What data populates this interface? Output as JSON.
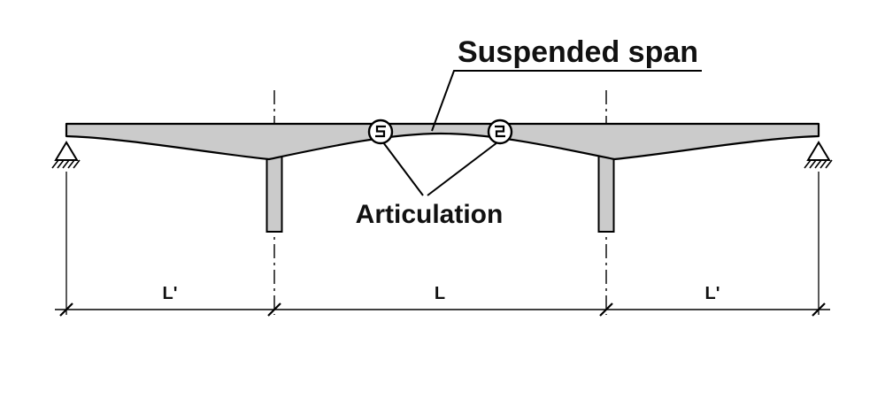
{
  "diagram": {
    "suspended_span_label": "Suspended span",
    "articulation_label": "Articulation",
    "dims": {
      "left": "L'",
      "center": "L",
      "right": "L'"
    },
    "colors": {
      "deck_fill": "#cbcbcb",
      "line": "#000000",
      "background": "#ffffff"
    }
  }
}
